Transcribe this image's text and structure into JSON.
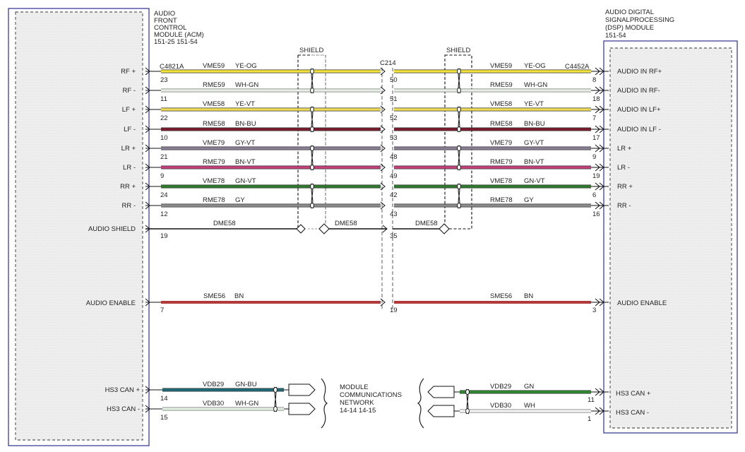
{
  "acm": {
    "title_lines": [
      "AUDIO",
      "FRONT",
      "CONTROL",
      "MODULE (ACM)",
      "151-25  151-54"
    ],
    "connector": "C4821A"
  },
  "dsp": {
    "title_lines": [
      "AUDIO DIGITAL",
      "SIGNALPROCESSING",
      "(DSP) MODULE",
      "151-54"
    ],
    "connector": "C4452A"
  },
  "inline_connector": "C214",
  "shield_labels": [
    "SHIELD",
    "SHIELD"
  ],
  "mcn": {
    "lines": [
      "MODULE",
      "COMMUNICATIONS",
      "NETWORK",
      "14-14  14-15"
    ]
  },
  "wires": [
    {
      "left_label": "RF +",
      "right_label": "AUDIO IN RF+",
      "circuit": "VME59",
      "color_code": "YE-OG",
      "pin_acm": "23",
      "pin_c214": "50",
      "pin_dsp": "8",
      "color": "#f2e23a"
    },
    {
      "left_label": "RF -",
      "right_label": "AUDIO IN RF-",
      "circuit": "RME59",
      "color_code": "WH-GN",
      "pin_acm": "11",
      "pin_c214": "51",
      "pin_dsp": "18",
      "color": "#e6efe4"
    },
    {
      "left_label": "LF +",
      "right_label": "AUDIO IN LF+",
      "circuit": "VME58",
      "color_code": "YE-VT",
      "pin_acm": "22",
      "pin_c214": "52",
      "pin_dsp": "7",
      "color": "#eedb55"
    },
    {
      "left_label": "LF -",
      "right_label": "AUDIO IN LF -",
      "circuit": "RME58",
      "color_code": "BN-BU",
      "pin_acm": "10",
      "pin_c214": "53",
      "pin_dsp": "17",
      "color": "#7a1c2c"
    },
    {
      "left_label": "LR +",
      "right_label": "LR +",
      "circuit": "VME79",
      "color_code": "GY-VT",
      "pin_acm": "21",
      "pin_c214": "48",
      "pin_dsp": "9",
      "color": "#8a7f94"
    },
    {
      "left_label": "LR -",
      "right_label": "LR -",
      "circuit": "RME79",
      "color_code": "BN-VT",
      "pin_acm": "9",
      "pin_c214": "49",
      "pin_dsp": "19",
      "color": "#c2417a"
    },
    {
      "left_label": "RR +",
      "right_label": "RR +",
      "circuit": "VME78",
      "color_code": "GN-VT",
      "pin_acm": "24",
      "pin_c214": "42",
      "pin_dsp": "6",
      "color": "#2f7a2c"
    },
    {
      "left_label": "RR -",
      "right_label": "RR -",
      "circuit": "RME78",
      "color_code": "GY",
      "pin_acm": "12",
      "pin_c214": "43",
      "pin_dsp": "16",
      "color": "#8c8c8c"
    }
  ],
  "audio_shield": {
    "left_label": "AUDIO SHIELD",
    "circuit": "DME58",
    "pin_acm": "19",
    "pin_c214": "35",
    "color": "#111111"
  },
  "audio_enable": {
    "left_label": "AUDIO ENABLE",
    "right_label": "AUDIO ENABLE",
    "circuit": "SME56",
    "color_code": "BN",
    "pin_acm": "7",
    "pin_c214": "19",
    "pin_dsp": "3",
    "color": "#b03a3a"
  },
  "can_wires": [
    {
      "left_label": "HS3 CAN +",
      "right_label": "HS3 CAN +",
      "circuit": "VDB29",
      "color_code_left": "GN-BU",
      "color_code_right": "GN",
      "pin_acm": "14",
      "pin_dsp": "11",
      "color_left": "#1f6b78",
      "color_right": "#2e8a2e"
    },
    {
      "left_label": "HS3 CAN -",
      "right_label": "HS3 CAN -",
      "circuit": "VDB30",
      "color_code_left": "WH-GN",
      "color_code_right": "WH",
      "pin_acm": "15",
      "pin_dsp": "1",
      "color_left": "#dfeedd",
      "color_right": "#f2f2f2"
    }
  ]
}
